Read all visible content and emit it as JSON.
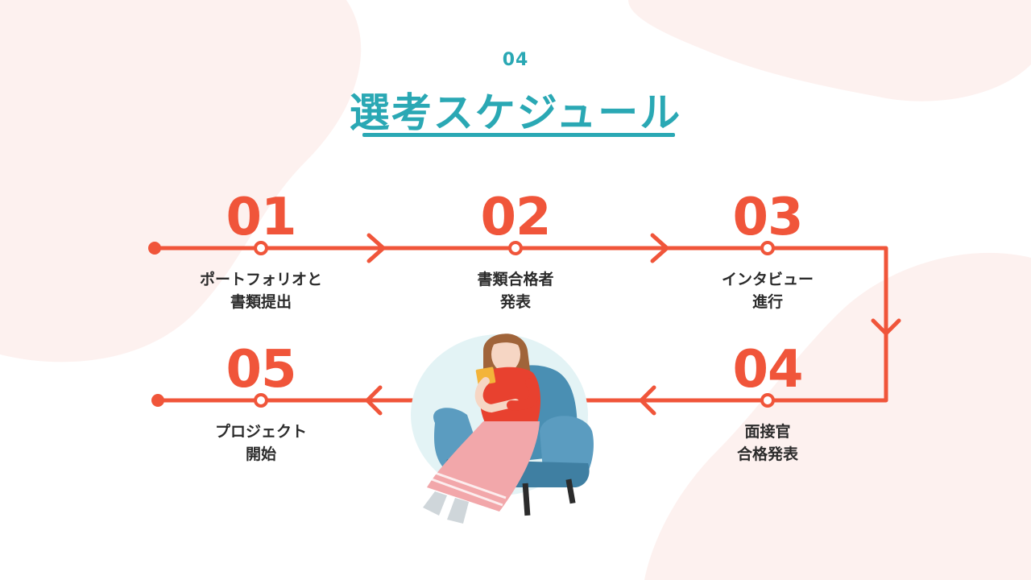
{
  "section_number": "04",
  "title": "選考スケジュール",
  "steps": [
    {
      "number": "01",
      "label_line1": "ポートフォリオと",
      "label_line2": "書類提出"
    },
    {
      "number": "02",
      "label_line1": "書類合格者",
      "label_line2": "発表"
    },
    {
      "number": "03",
      "label_line1": "インタビュー",
      "label_line2": "進行"
    },
    {
      "number": "04",
      "label_line1": "面接官",
      "label_line2": "合格発表"
    },
    {
      "number": "05",
      "label_line1": "プロジェクト",
      "label_line2": "開始"
    }
  ],
  "colors": {
    "accent_teal": "#2aa8b4",
    "flow_orange": "#f0553a",
    "blob_pink": "#fdeeec",
    "chair_blue": "#4a8fb3",
    "shirt_red": "#e8412f",
    "skirt_pink": "#f2a7aa"
  },
  "illustration": "woman-reading-in-armchair"
}
